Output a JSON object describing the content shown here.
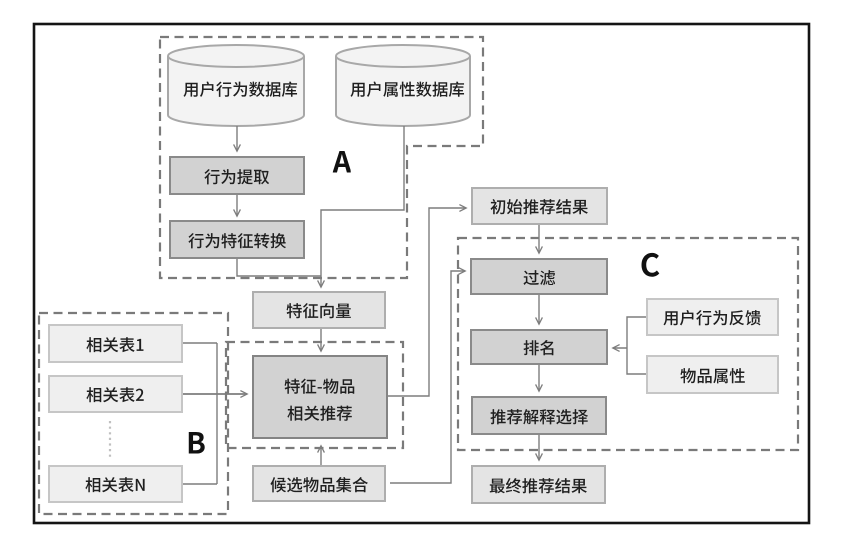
{
  "diagram": {
    "type": "flowchart",
    "regions": {
      "a": {
        "label": "A"
      },
      "b": {
        "label": "B"
      },
      "c": {
        "label": "C"
      }
    },
    "databases": {
      "user_behavior_db": {
        "label": "用户行为数据库"
      },
      "user_attribute_db": {
        "label": "用户属性数据库"
      }
    },
    "nodes": {
      "behavior_extraction": {
        "label": "行为提取"
      },
      "behavior_feature_conversion": {
        "label": "行为特征转换"
      },
      "feature_vector": {
        "label": "特征向量"
      },
      "related_table_1": {
        "label": "相关表1"
      },
      "related_table_2": {
        "label": "相关表2"
      },
      "related_table_n": {
        "label": "相关表N"
      },
      "feature_item_recommendation": {
        "label_line1": "特征-物品",
        "label_line2": "相关推荐"
      },
      "candidate_item_set": {
        "label": "候选物品集合"
      },
      "initial_recommendation_result": {
        "label": "初始推荐结果"
      },
      "filter": {
        "label": "过滤"
      },
      "ranking": {
        "label": "排名"
      },
      "recommendation_explanation_selection": {
        "label": "推荐解释选择"
      },
      "final_recommendation_result": {
        "label": "最终推荐结果"
      },
      "user_behavior_feedback": {
        "label": "用户行为反馈"
      },
      "item_attributes": {
        "label": "物品属性"
      }
    },
    "edges": [
      {
        "from": "user_behavior_db",
        "to": "behavior_extraction"
      },
      {
        "from": "behavior_extraction",
        "to": "behavior_feature_conversion"
      },
      {
        "from": "behavior_feature_conversion",
        "to": "feature_vector"
      },
      {
        "from": "user_attribute_db",
        "to": "feature_vector"
      },
      {
        "from": "feature_vector",
        "to": "feature_item_recommendation"
      },
      {
        "from": "related_table_1",
        "to": "feature_item_recommendation"
      },
      {
        "from": "related_table_2",
        "to": "feature_item_recommendation"
      },
      {
        "from": "related_table_n",
        "to": "feature_item_recommendation"
      },
      {
        "from": "candidate_item_set",
        "to": "feature_item_recommendation"
      },
      {
        "from": "feature_item_recommendation",
        "to": "initial_recommendation_result"
      },
      {
        "from": "initial_recommendation_result",
        "to": "filter"
      },
      {
        "from": "candidate_item_set",
        "to": "filter"
      },
      {
        "from": "filter",
        "to": "ranking"
      },
      {
        "from": "user_behavior_feedback",
        "to": "ranking"
      },
      {
        "from": "item_attributes",
        "to": "ranking"
      },
      {
        "from": "ranking",
        "to": "recommendation_explanation_selection"
      },
      {
        "from": "recommendation_explanation_selection",
        "to": "final_recommendation_result"
      }
    ],
    "colors": {
      "background": "#ffffff",
      "frame": "#141414",
      "box_medium_fill": "#d2d2d2",
      "box_medium_border": "#8a8a8a",
      "box_light_fill": "#e4e4e4",
      "box_light_border": "#aeaeae",
      "box_faint_fill": "#efefef",
      "box_faint_border": "#c6c6c6",
      "cylinder_fill": "#f3f3f3",
      "cylinder_border": "#a8a8a8",
      "dash_border": "#7a7a7a",
      "connector": "#7d7d7d",
      "text": "#1f1f1f"
    }
  }
}
